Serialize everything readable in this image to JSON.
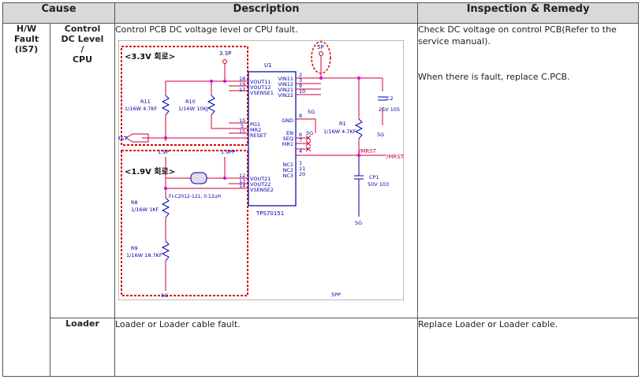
{
  "table": {
    "headers": {
      "cause": "Cause",
      "description": "Description",
      "inspection": "Inspection & Remedy"
    },
    "group_cause": "H/W\nFault\n(iS7)",
    "rows": [
      {
        "cause": "Control\nDC Level\n/\nCPU",
        "description": "Control PCB DC voltage level or CPU fault.",
        "inspection": "Check DC voltage on control PCB(Refer to the service manual).",
        "inspection_2": "When there is fault, replace C.PCB."
      },
      {
        "cause": "Loader",
        "description": "Loader or Loader cable fault.",
        "inspection": "Replace Loader or Loader cable."
      }
    ]
  },
  "schematic": {
    "block_33": "<3.3V 회로>",
    "block_19": "<1.9V 회로>",
    "p33": "3.3P",
    "p5": "5P",
    "u1": "U1",
    "ic": "TPS70151",
    "r11": "R11",
    "r11v": "1/16W 4.7KF",
    "r10": "R10",
    "r10v": "1/16W 10KJ",
    "r1": "R1",
    "r1v": "1/16W 4.7KF",
    "r8": "R8",
    "r8v": "1/16W 1KF",
    "r9": "R9",
    "r9v": "1/16W 18.7KF",
    "c2": "C2",
    "c2v": "25V 105",
    "cp1": "CP1",
    "cp1v": "50V 103",
    "inductor": "FI-C2012-121, 0.12uH",
    "rst": "RST",
    "mrst": "/MRST",
    "mrst2": "/MRST",
    "gnd5g": "5G",
    "gnd5g2": "5G",
    "gnd5g3": "5G",
    "gnd5g4": "5G",
    "gnd5pp": "5PP",
    "gnd5g5": "5G",
    "p19": "1.9P",
    "p19b": "1.9PP",
    "pins_left": [
      "VOUT11",
      "VOUT12",
      "VSENSE1",
      "PG1",
      "MR2",
      "RESET",
      "VOUT21",
      "VOUT22",
      "VSENSE2"
    ],
    "pins_left_num": [
      "18",
      "19",
      "17",
      "15",
      "5",
      "15",
      "12",
      "13",
      "14"
    ],
    "pins_right": [
      "VIN11",
      "VIN12",
      "VIN21",
      "VIN22",
      "GND",
      "EN",
      "SEQ",
      "MR1",
      "NC1",
      "NC2",
      "NC3"
    ],
    "pins_right_num": [
      "2",
      "3",
      "9",
      "10",
      "8",
      "6",
      "7",
      "4",
      "1",
      "11",
      "20"
    ]
  }
}
